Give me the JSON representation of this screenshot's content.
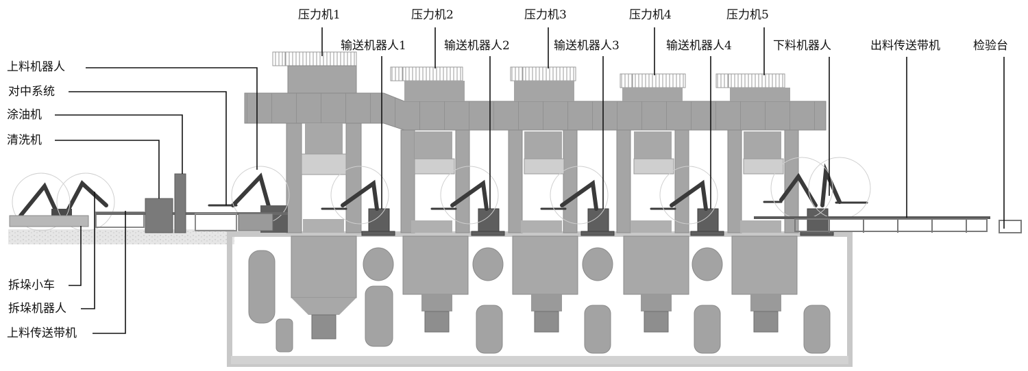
{
  "diagram": {
    "type": "automated stamping press line layout",
    "colors": {
      "background": "#ffffff",
      "structure": "#9a9a9a",
      "structure_dark": "#6e6e6e",
      "robot": "#3a3a3a",
      "outline": "#7a7a7a",
      "leader_line": "#111111",
      "pit_wall": "#c8c8c8"
    },
    "labels_left": [
      {
        "id": "loading-robot",
        "text": "上料机器人"
      },
      {
        "id": "centering-system",
        "text": "对中系统"
      },
      {
        "id": "oiling-machine",
        "text": "涂油机"
      },
      {
        "id": "washing-machine",
        "text": "清洗机"
      },
      {
        "id": "destacking-cart",
        "text": "拆垛小车"
      },
      {
        "id": "destacking-robot",
        "text": "拆垛机器人"
      },
      {
        "id": "loading-conveyor",
        "text": "上料传送带机"
      }
    ],
    "presses": [
      {
        "id": "press-1",
        "text": "压力机1"
      },
      {
        "id": "press-2",
        "text": "压力机2"
      },
      {
        "id": "press-3",
        "text": "压力机3"
      },
      {
        "id": "press-4",
        "text": "压力机4"
      },
      {
        "id": "press-5",
        "text": "压力机5"
      }
    ],
    "transfer_robots": [
      {
        "id": "transfer-robot-1",
        "text": "输送机器人1"
      },
      {
        "id": "transfer-robot-2",
        "text": "输送机器人2"
      },
      {
        "id": "transfer-robot-3",
        "text": "输送机器人3"
      },
      {
        "id": "transfer-robot-4",
        "text": "输送机器人4"
      }
    ],
    "labels_right": [
      {
        "id": "unloading-robot",
        "text": "下料机器人"
      },
      {
        "id": "output-conveyor",
        "text": "出料传送带机"
      },
      {
        "id": "inspection-table",
        "text": "检验台"
      }
    ]
  }
}
